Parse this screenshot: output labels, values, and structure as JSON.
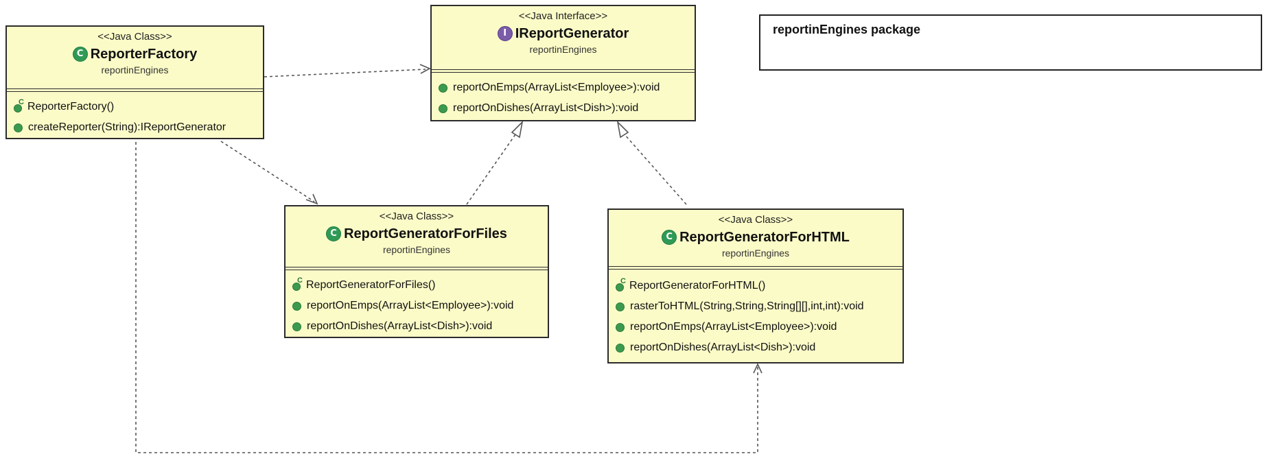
{
  "note": {
    "text": "reportinEngines package"
  },
  "classes": {
    "reporter_factory": {
      "stereotype": "<<Java Class>>",
      "name": "ReporterFactory",
      "package": "reportinEngines",
      "icon": "class-icon",
      "ops": [
        "ReporterFactory()",
        "createReporter(String):IReportGenerator"
      ]
    },
    "ireport_generator": {
      "stereotype": "<<Java Interface>>",
      "name": "IReportGenerator",
      "package": "reportinEngines",
      "icon": "interface-icon",
      "ops": [
        "reportOnEmps(ArrayList<Employee>):void",
        "reportOnDishes(ArrayList<Dish>):void"
      ]
    },
    "report_generator_for_files": {
      "stereotype": "<<Java Class>>",
      "name": "ReportGeneratorForFiles",
      "package": "reportinEngines",
      "icon": "class-icon",
      "ops": [
        "ReportGeneratorForFiles()",
        "reportOnEmps(ArrayList<Employee>):void",
        "reportOnDishes(ArrayList<Dish>):void"
      ]
    },
    "report_generator_for_html": {
      "stereotype": "<<Java Class>>",
      "name": "ReportGeneratorForHTML",
      "package": "reportinEngines",
      "icon": "class-icon",
      "ops": [
        "ReportGeneratorForHTML()",
        "rasterToHTML(String,String,String[][],int,int):void",
        "reportOnEmps(ArrayList<Employee>):void",
        "reportOnDishes(ArrayList<Dish>):void"
      ]
    }
  },
  "colors": {
    "box_fill": "#fbfbc8",
    "method_dot": "#3c9a4f",
    "class_icon": "#2f9a56",
    "interface_icon": "#7a5ca8"
  }
}
